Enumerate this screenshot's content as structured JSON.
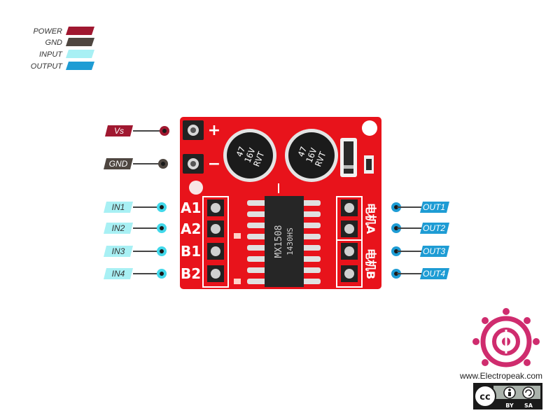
{
  "legend": [
    {
      "label": "POWER",
      "color": "#a01830"
    },
    {
      "label": "GND",
      "color": "#4e4640"
    },
    {
      "label": "INPUT",
      "color": "#a8f0f4"
    },
    {
      "label": "OUTPUT",
      "color": "#1e9cd4"
    }
  ],
  "pins_left": [
    {
      "label": "Vs",
      "type": "power"
    },
    {
      "label": "GND",
      "type": "gnd"
    },
    {
      "label": "IN1",
      "type": "input"
    },
    {
      "label": "IN2",
      "type": "input"
    },
    {
      "label": "IN3",
      "type": "input"
    },
    {
      "label": "IN4",
      "type": "input"
    }
  ],
  "pins_right": [
    {
      "label": "OUT1",
      "type": "output"
    },
    {
      "label": "OUT2",
      "type": "output"
    },
    {
      "label": "OUT3",
      "type": "output"
    },
    {
      "label": "OUT4",
      "type": "output"
    }
  ],
  "board": {
    "plus": "+",
    "minus": "−",
    "pin_labels": [
      "A1",
      "A2",
      "B1",
      "B2"
    ],
    "motor_a": "电机A",
    "motor_b": "电机B",
    "capacitor": [
      "47",
      "16V",
      "RVT"
    ],
    "chip_lines": [
      "MX1508",
      "1430HS"
    ]
  },
  "brand": {
    "url": "www.Electropeak.com",
    "license": [
      "cc",
      "BY",
      "SA"
    ]
  },
  "colors": {
    "board": "#e8131b",
    "power_text": "#a01830",
    "gnd_text": "#4e4640",
    "input_dot": "#41d8ea",
    "output_dot": "#1e9cd4",
    "logo": "#cf2c6e"
  }
}
